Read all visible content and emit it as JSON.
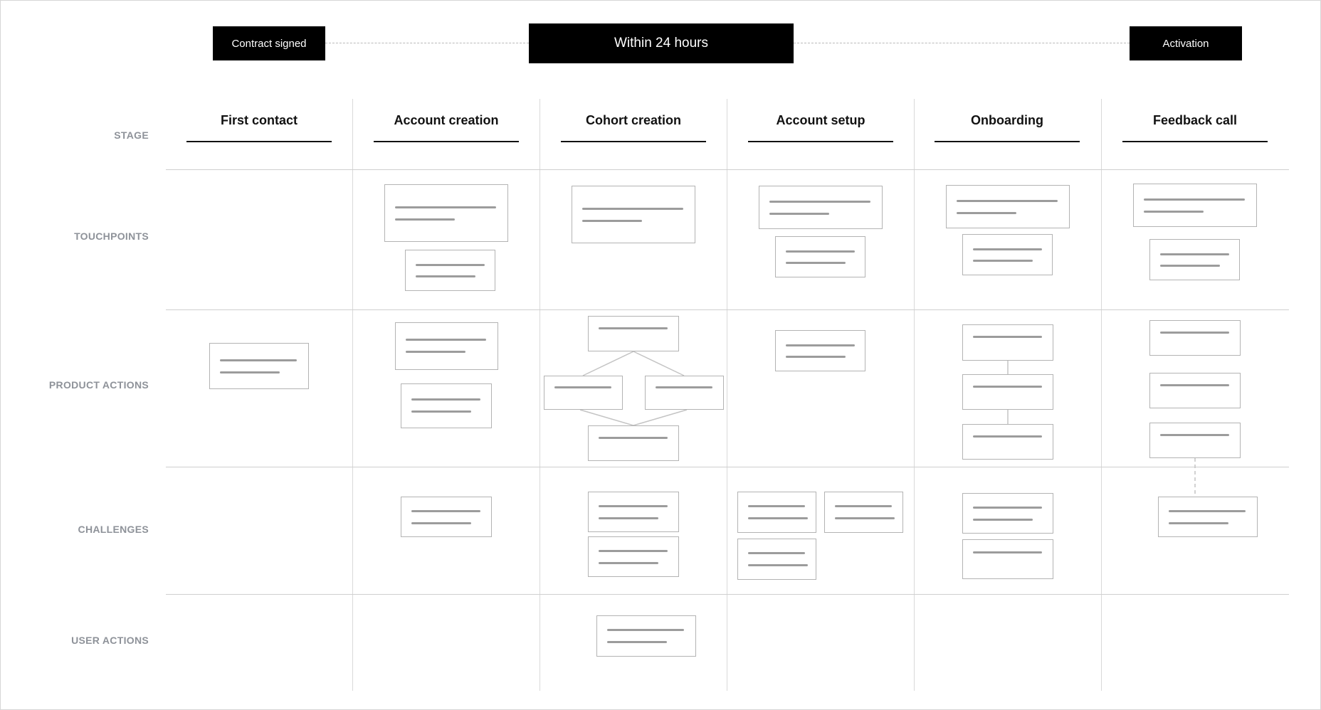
{
  "phases": {
    "start": "Contract signed",
    "middle": "Within 24 hours",
    "end": "Activation"
  },
  "row_labels": {
    "stage": "STAGE",
    "touchpoints": "TOUCHPOINTS",
    "product_actions": "PRODUCT ACTIONS",
    "challenges": "CHALLENGES",
    "user_actions": "USER ACTIONS"
  },
  "stages": [
    "First contact",
    "Account creation",
    "Cohort creation",
    "Account setup",
    "Onboarding",
    "Feedback call"
  ],
  "colors": {
    "phase_bg": "#000000",
    "phase_text": "#ffffff",
    "row_label": "#8e9299",
    "card_border": "#b3b3b3",
    "placeholder_line": "#9c9c9c",
    "grid_line": "#d9d9d9"
  }
}
